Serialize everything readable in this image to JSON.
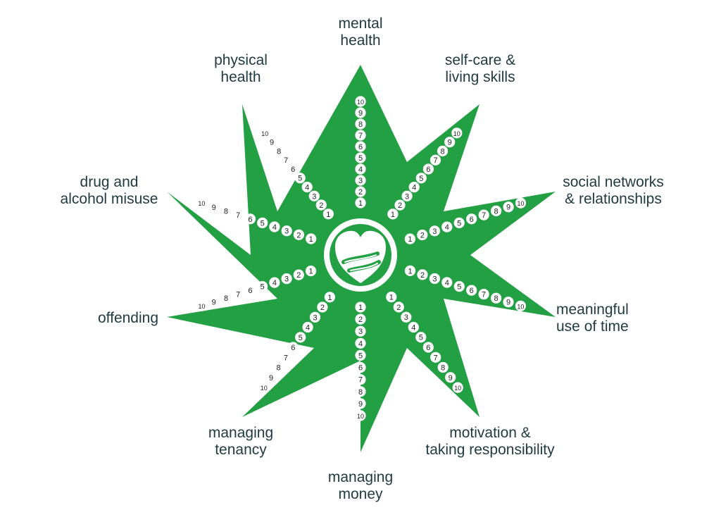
{
  "colors": {
    "star": "#23a043",
    "badge_fill": "#ffffff",
    "badge_text": "#222222",
    "label_text": "#1f3a40"
  },
  "scale": {
    "min": 1,
    "max": 10
  },
  "center_icon": "heart-hug-icon",
  "outcomes": [
    {
      "key": "mental_health",
      "lines": [
        "mental",
        "health"
      ]
    },
    {
      "key": "self_care",
      "lines": [
        "self-care &",
        "living skills"
      ]
    },
    {
      "key": "social_networks",
      "lines": [
        "social networks",
        "& relationships"
      ]
    },
    {
      "key": "meaningful_time",
      "lines": [
        "meaningful",
        "use of time"
      ]
    },
    {
      "key": "motivation",
      "lines": [
        "motivation &",
        "taking responsibility"
      ]
    },
    {
      "key": "managing_money",
      "lines": [
        "managing",
        "money"
      ]
    },
    {
      "key": "managing_tenancy",
      "lines": [
        "managing",
        "tenancy"
      ]
    },
    {
      "key": "offending",
      "lines": [
        "offending"
      ]
    },
    {
      "key": "drug_alcohol",
      "lines": [
        "drug and",
        "alcohol misuse"
      ]
    },
    {
      "key": "physical_health",
      "lines": [
        "physical",
        "health"
      ]
    }
  ]
}
